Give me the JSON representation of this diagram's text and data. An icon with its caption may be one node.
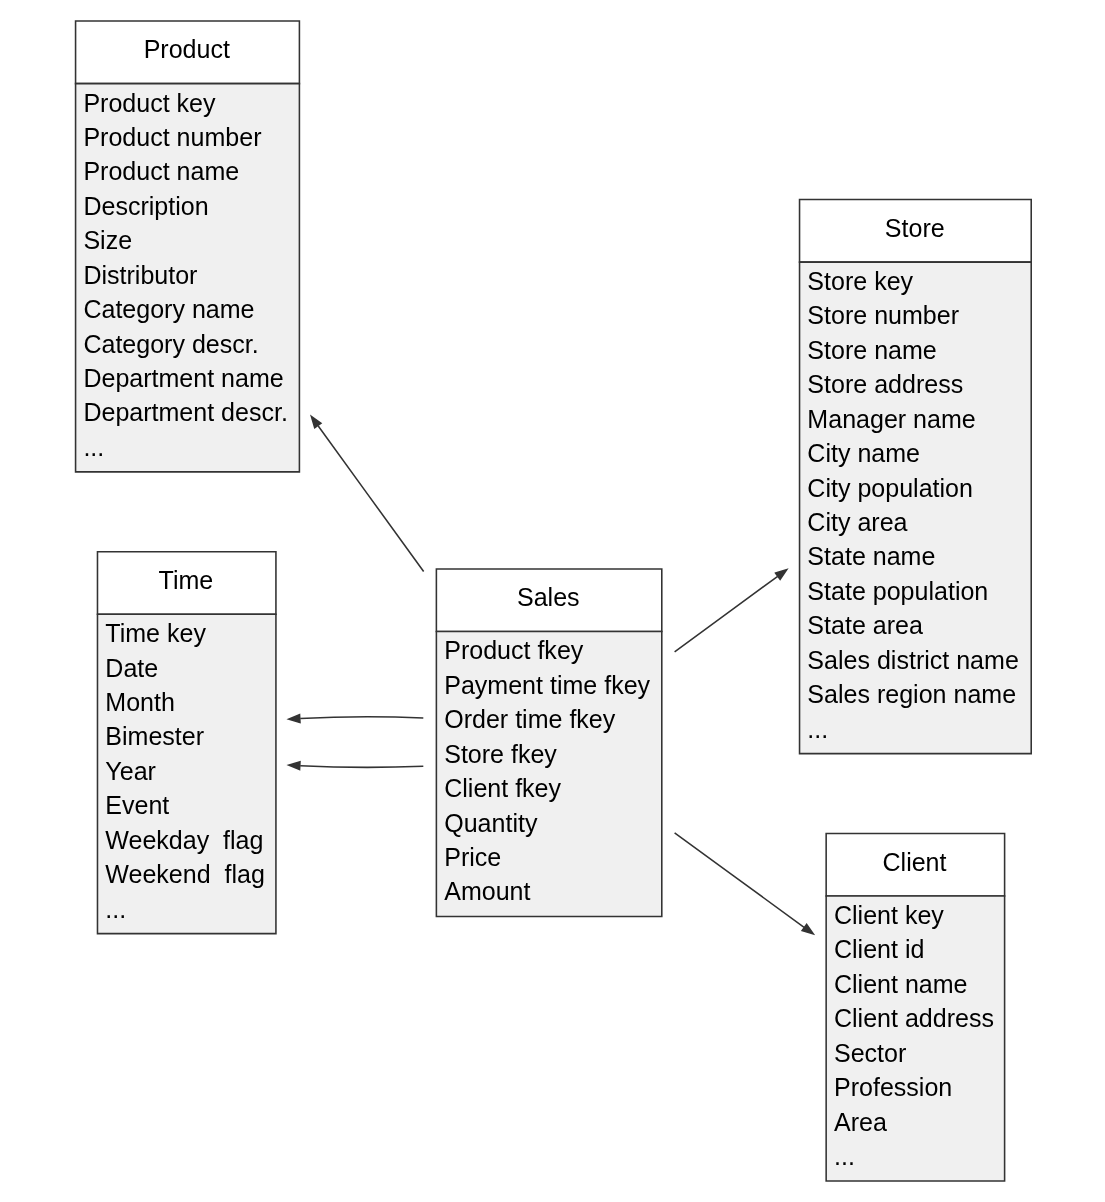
{
  "diagram": {
    "nodes": [
      {
        "text": [
          "Product",
          "Product key",
          "Product number",
          "Product name",
          "Description",
          "Size",
          "Distributor",
          "Category name",
          "Category descr.",
          "Department name",
          "Department descr.",
          "..."
        ]
      },
      {
        "text": [
          "Store",
          "Store key",
          "Store number",
          "Store name",
          "Store address",
          "Manager name",
          "City name",
          "City population",
          "City area",
          "State name",
          "State population",
          "State area",
          "Sales district name",
          "Sales region name",
          "..."
        ]
      },
      {
        "text": [
          "Sales",
          "Product fkey",
          "Payment time fkey",
          "Order time fkey",
          "Store fkey",
          "Client fkey",
          "Quantity",
          "Price",
          "Amount"
        ]
      },
      {
        "text": [
          "Time",
          "Time key",
          "Date",
          "Month",
          "Bimester",
          "Year",
          "Event",
          "Weekday  flag",
          "Weekend  flag",
          "..."
        ]
      },
      {
        "text": [
          "Client",
          "Client key",
          "Client id",
          "Client name",
          "Client address",
          "Sector",
          "Profession",
          "Area",
          "..."
        ]
      }
    ],
    "edges": [
      {
        "from": 2,
        "to": 0,
        "arrow": "to"
      },
      {
        "from": 2,
        "to": 3,
        "arrow": "to"
      },
      {
        "from": 2,
        "to": 3,
        "arrow": "to"
      },
      {
        "from": 2,
        "to": 1,
        "arrow": "to"
      },
      {
        "from": 2,
        "to": 4,
        "arrow": "to"
      }
    ]
  }
}
